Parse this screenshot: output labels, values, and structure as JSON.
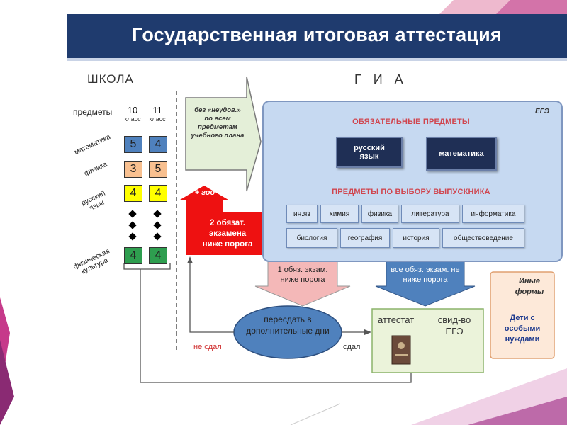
{
  "title": "Государственная итоговая аттестация",
  "school_header": "ШКОЛА",
  "gia_header": "Г И А",
  "subjects_label": "предметы",
  "grades": [
    {
      "num": "10",
      "label": "класс"
    },
    {
      "num": "11",
      "label": "класс"
    }
  ],
  "subjects": [
    {
      "name": "математика",
      "g10": "5",
      "g11": "4",
      "color": "#4f81bd"
    },
    {
      "name": "физика",
      "g10": "3",
      "g11": "5",
      "color": "#f8c090"
    },
    {
      "name": "русский язык",
      "g10": "4",
      "g11": "4",
      "color": "#ffff00"
    },
    {
      "name": "физическая культура",
      "g10": "4",
      "g11": "4",
      "color": "#2e9e4f"
    }
  ],
  "no_fails_text": "без «неудов.» по всем предметам учебного плана",
  "plus_year": "+ год",
  "two_exams_below": "2 обязат. экзамена ниже порога",
  "ege_label": "ЕГЭ",
  "mandatory_title": "ОБЯЗАТЕЛЬНЫЕ ПРЕДМЕТЫ",
  "mandatory": [
    "русский язык",
    "математика"
  ],
  "elective_title": "ПРЕДМЕТЫ ПО ВЫБОРУ ВЫПУСКНИКА",
  "electives_row1": [
    "ин.яз",
    "химия",
    "физика",
    "литература",
    "информатика"
  ],
  "electives_row2": [
    "биология",
    "география",
    "история",
    "обществоведение"
  ],
  "one_exam_below": "1 обяз. экзам. ниже порога",
  "all_exams_ok": "все обяз. экзам. не ниже порога",
  "retake": "пересдать в дополнительные дни",
  "not_passed": "не сдал",
  "passed": "сдал",
  "certificate": "аттестат",
  "ege_cert": "свид-во ЕГЭ",
  "other_forms": "Иные формы",
  "special_needs": "Дети с особыми нуждами"
}
